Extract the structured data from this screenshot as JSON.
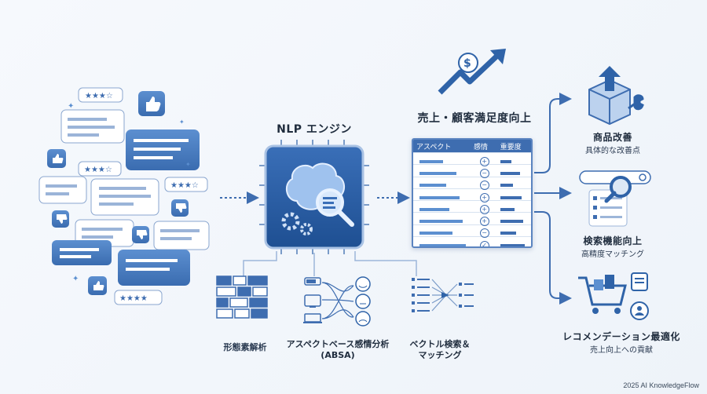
{
  "engine": {
    "title": "NLP エンジン"
  },
  "goal": {
    "title": "売上・顧客満足度向上"
  },
  "table": {
    "headers": [
      "アスペクト",
      "感情",
      "重要度"
    ],
    "rows": [
      {
        "sentiment": "+"
      },
      {
        "sentiment": "−"
      },
      {
        "sentiment": "−"
      },
      {
        "sentiment": "+"
      },
      {
        "sentiment": "+"
      },
      {
        "sentiment": "+"
      },
      {
        "sentiment": "−"
      },
      {
        "sentiment": "✓"
      }
    ]
  },
  "techniques": {
    "morph": "形態素解析",
    "absa_line1": "アスペクトベース感情分析",
    "absa_line2": "(ABSA)",
    "vector_line1": "ベクトル検索＆",
    "vector_line2": "マッチング"
  },
  "outputs": {
    "product": {
      "title": "商品改善",
      "sub": "具体的な改善点"
    },
    "search": {
      "title": "検索機能向上",
      "sub": "高精度マッチング"
    },
    "recommend": {
      "title": "レコメンデーション最適化",
      "sub": "売上向上への貢献"
    }
  },
  "footer": "2025 AI KnowledgeFlow",
  "colors": {
    "primary": "#3e6db0",
    "dark": "#1f4f8f",
    "light": "#dce8f6"
  }
}
